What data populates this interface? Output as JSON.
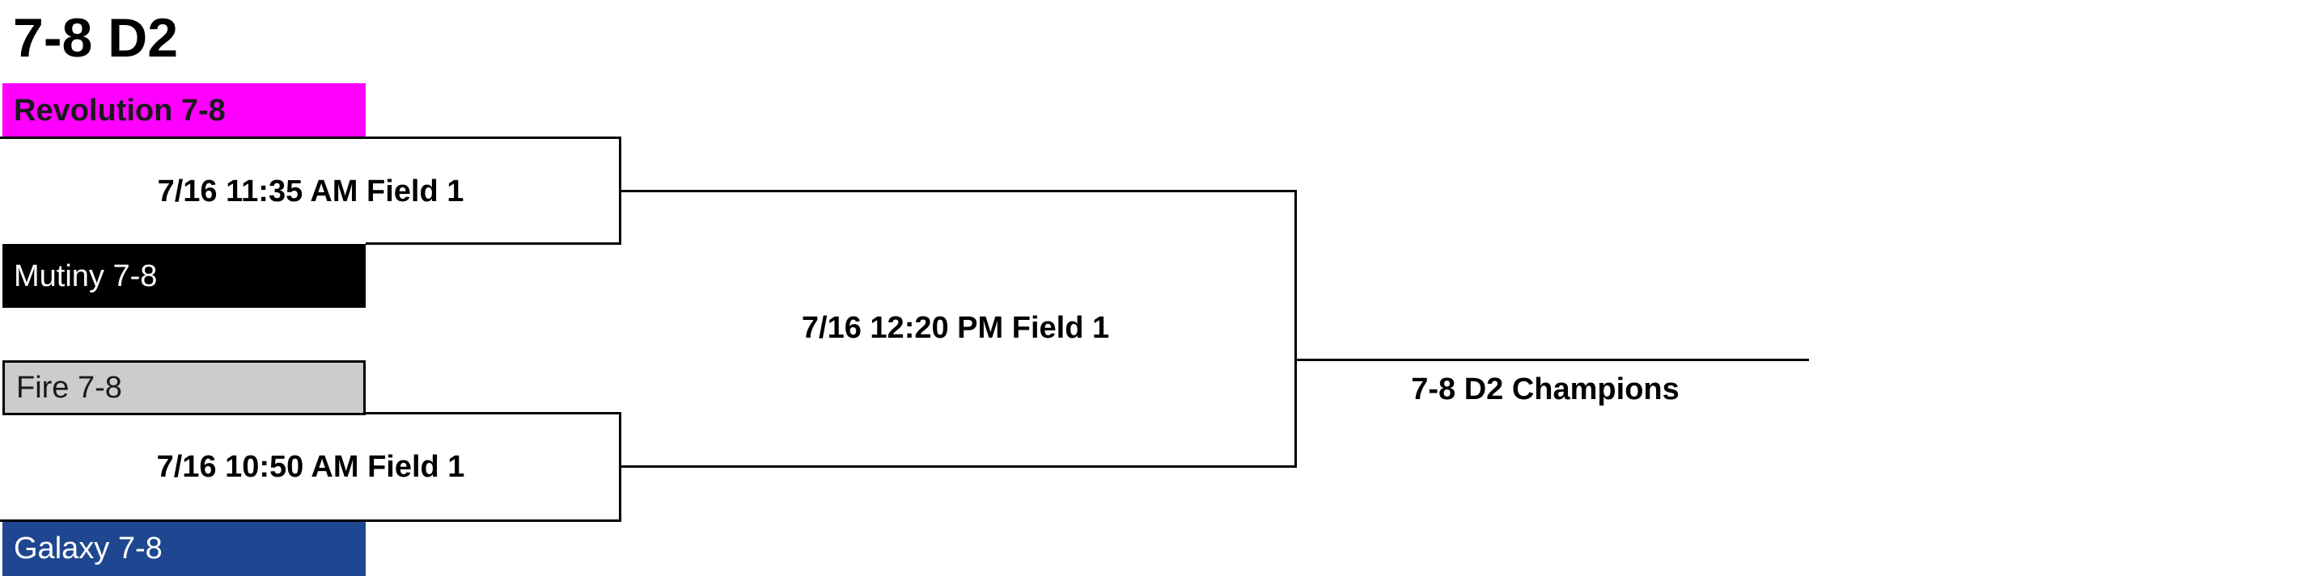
{
  "bracket": {
    "title": "7-8 D2",
    "teams": [
      {
        "name": "Revolution 7-8",
        "bg": "#ff00ff",
        "color": "#1a1a1a",
        "bold": true
      },
      {
        "name": "Mutiny 7-8",
        "bg": "#000000",
        "color": "#ffffff",
        "bold": false
      },
      {
        "name": "Fire 7-8",
        "bg": "#cccccc",
        "color": "#1a1a1a",
        "bold": false
      },
      {
        "name": "Galaxy 7-8",
        "bg": "#1f4690",
        "color": "#ffffff",
        "bold": false
      }
    ],
    "games": {
      "semi_1": "7/16 11:35 AM Field 1",
      "semi_2": "7/16 10:50 AM Field 1",
      "final": "7/16 12:20 PM Field 1"
    },
    "champion_label": "7-8 D2 Champions"
  }
}
